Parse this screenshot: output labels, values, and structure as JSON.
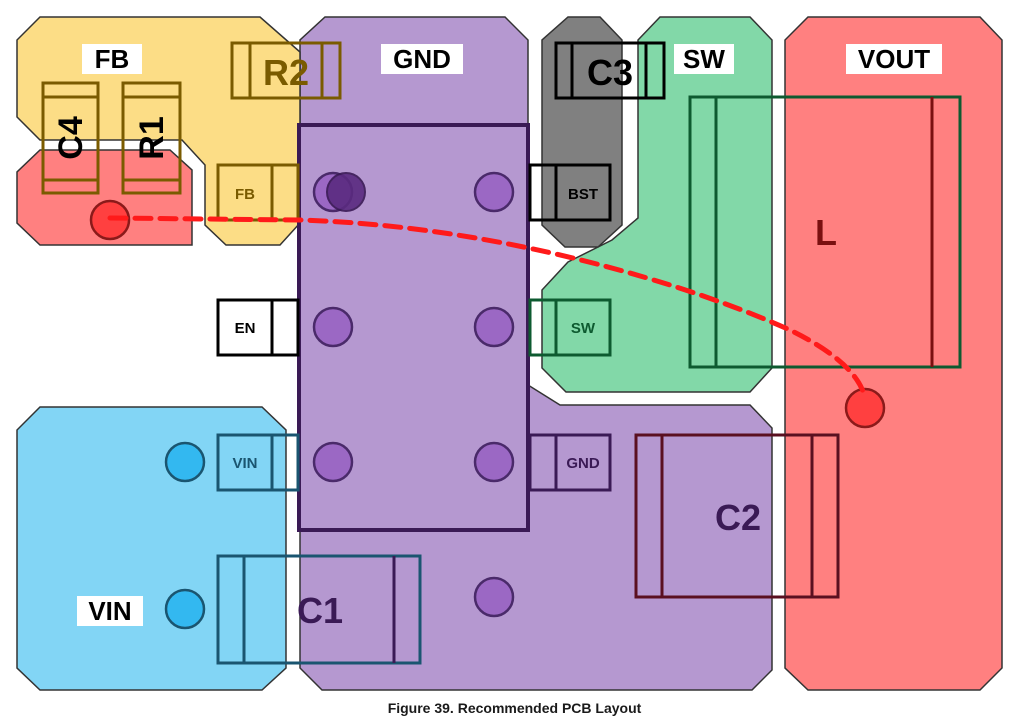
{
  "regions": {
    "fb": "FB",
    "gnd": "GND",
    "sw": "SW",
    "vout": "VOUT",
    "vin": "VIN"
  },
  "components": {
    "r1": "R1",
    "r2": "R2",
    "c1": "C1",
    "c2": "C2",
    "c3": "C3",
    "c4": "C4",
    "inductor": "L"
  },
  "pins": {
    "fb": "FB",
    "bst": "BST",
    "en": "EN",
    "sw": "SW",
    "vin": "VIN",
    "gnd": "GND"
  },
  "caption": "Figure 39. Recommended PCB Layout",
  "colors": {
    "fb_region": "#fcdd86",
    "gnd_region": "#b598d0",
    "sw_region": "#82d8a8",
    "vout_region": "#ff8080",
    "vin_region": "#82d5f5",
    "c3_region": "#808080",
    "trace": "#ff1a1a"
  }
}
